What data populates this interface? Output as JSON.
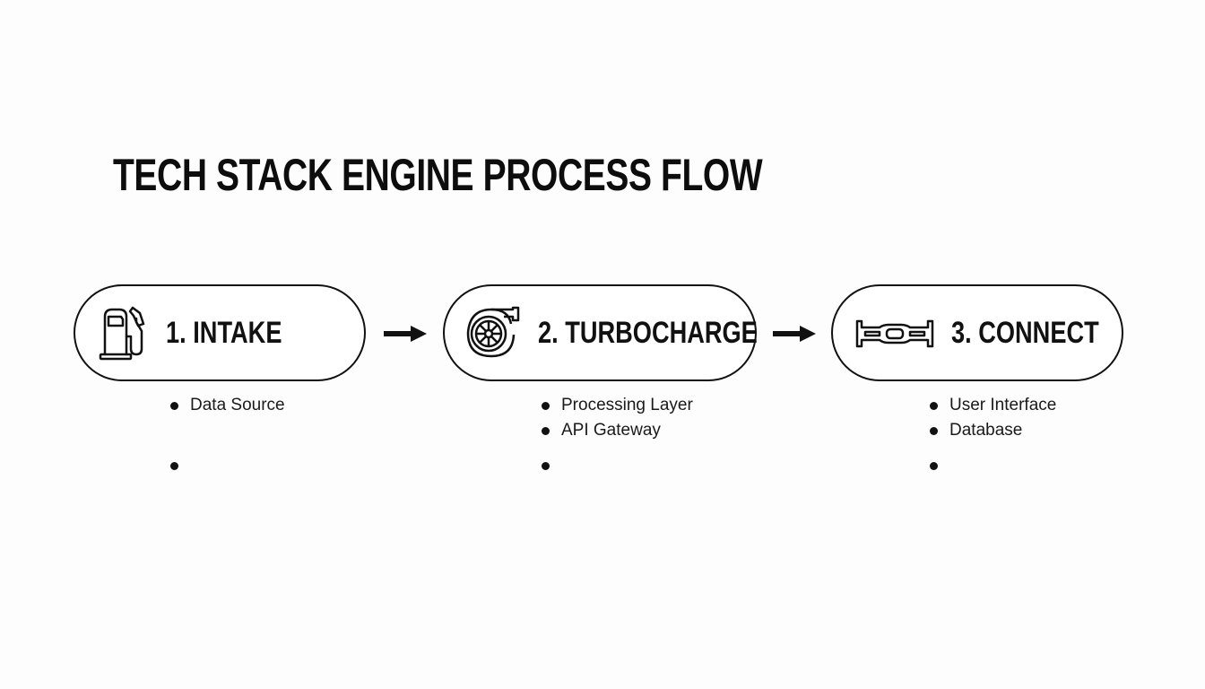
{
  "title": "TECH STACK ENGINE PROCESS FLOW",
  "steps": [
    {
      "label": "1. INTAKE",
      "icon": "fuel-pump-icon",
      "bullets": [
        "Data Source",
        ""
      ]
    },
    {
      "label": "2. TURBOCHARGE",
      "icon": "turbocharger-icon",
      "bullets": [
        "Processing Layer",
        "API Gateway",
        ""
      ]
    },
    {
      "label": "3. CONNECT",
      "icon": "connecting-rod-icon",
      "bullets": [
        "User Interface",
        "Database",
        ""
      ]
    }
  ],
  "connectors": [
    "arrow-right-icon",
    "arrow-right-icon"
  ]
}
